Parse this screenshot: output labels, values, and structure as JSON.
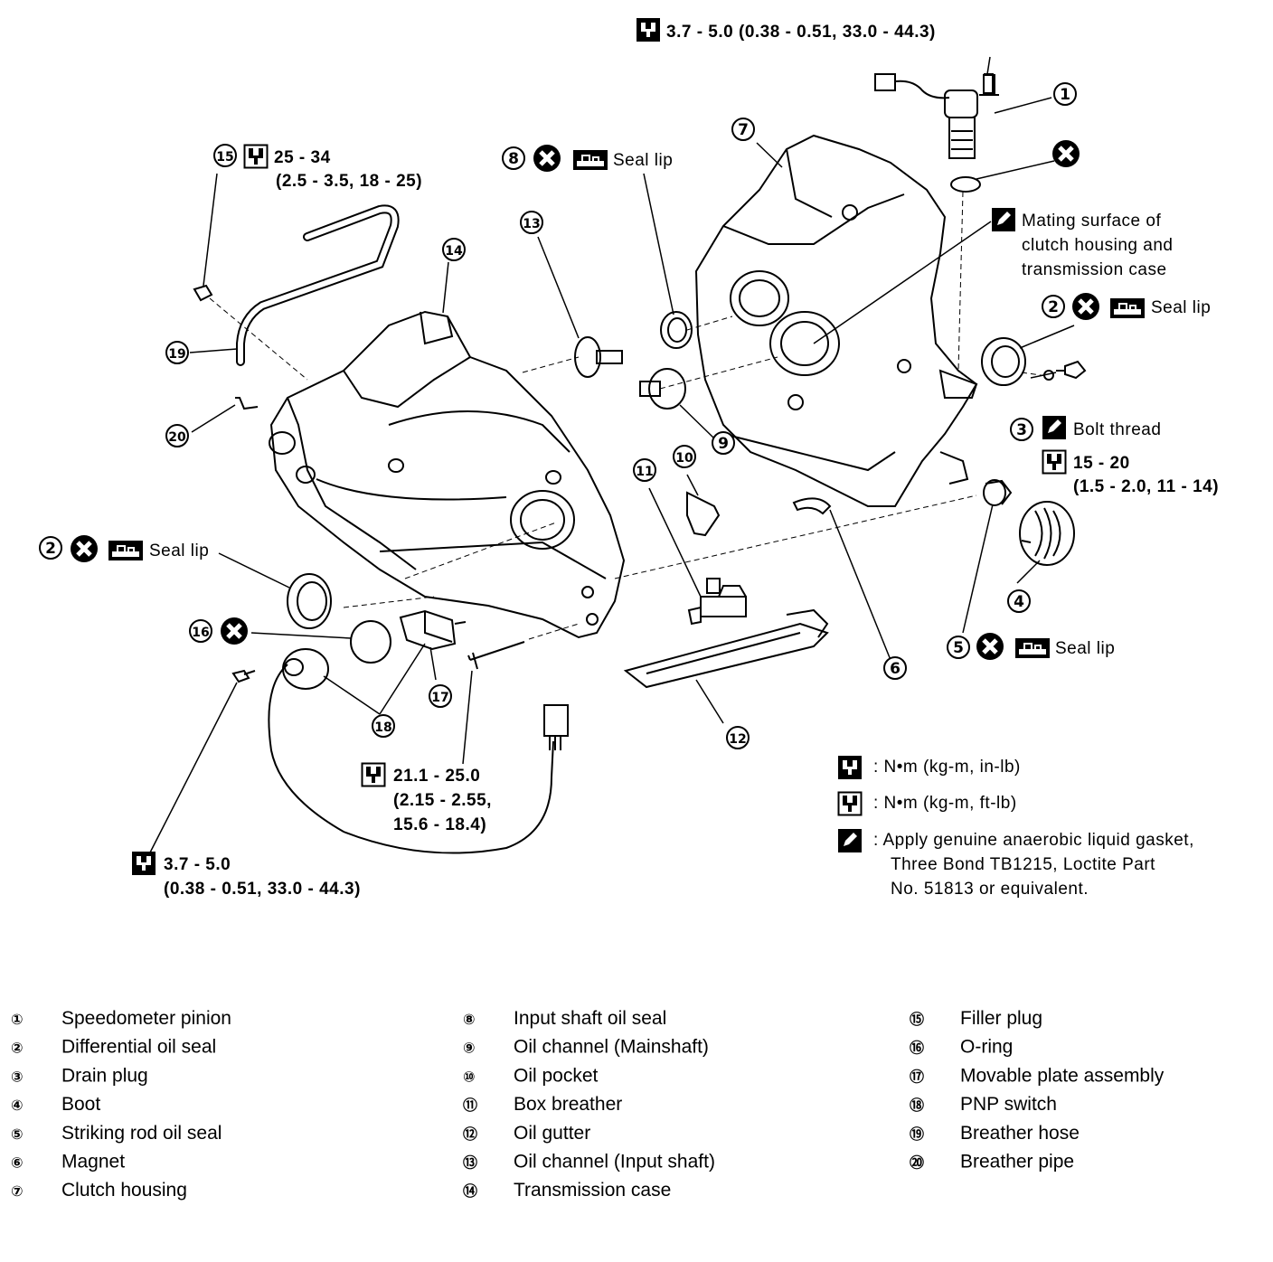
{
  "callouts": {
    "torque_top": "3.7 - 5.0 (0.38 - 0.51, 33.0 - 44.3)",
    "filler_plug_torque_1": "25 - 34",
    "filler_plug_torque_2": "(2.5 - 3.5, 18 - 25)",
    "seal_lip": "Seal lip",
    "mating_surface_1": "Mating surface of",
    "mating_surface_2": "clutch housing and",
    "mating_surface_3": "transmission case",
    "bolt_thread": "Bolt thread",
    "drain_torque_1": "15 - 20",
    "drain_torque_2": "(1.5 - 2.0, 11 - 14)",
    "pnp_torque_1": "21.1 - 25.0",
    "pnp_torque_2": "(2.15 - 2.55,",
    "pnp_torque_3": "15.6 - 18.4)",
    "bottom_torque_1": "3.7 - 5.0",
    "bottom_torque_2": "(0.38 - 0.51, 33.0 - 44.3)"
  },
  "symbol_legend": {
    "wrench_filled": ": N•m (kg-m, in-lb)",
    "wrench_open": ": N•m (kg-m, ft-lb)",
    "sealant_1": ": Apply genuine anaerobic liquid gasket,",
    "sealant_2": "Three Bond TB1215, Loctite Part",
    "sealant_3": "No. 51813 or equivalent."
  },
  "markers": {
    "n1": "1",
    "n2": "2",
    "n3": "3",
    "n4": "4",
    "n5": "5",
    "n6": "6",
    "n7": "7",
    "n8": "8",
    "n9": "9",
    "n10": "10",
    "n11": "11",
    "n12": "12",
    "n13": "13",
    "n14": "14",
    "n15": "15",
    "n16": "16",
    "n17": "17",
    "n18": "18",
    "n19": "19",
    "n20": "20"
  },
  "parts_legend": [
    {
      "num": "①",
      "name": "Speedometer pinion"
    },
    {
      "num": "②",
      "name": "Differential oil seal"
    },
    {
      "num": "③",
      "name": "Drain plug"
    },
    {
      "num": "④",
      "name": "Boot"
    },
    {
      "num": "⑤",
      "name": "Striking rod oil seal"
    },
    {
      "num": "⑥",
      "name": "Magnet"
    },
    {
      "num": "⑦",
      "name": "Clutch housing"
    },
    {
      "num": "⑧",
      "name": "Input shaft oil seal"
    },
    {
      "num": "⑨",
      "name": "Oil channel (Mainshaft)"
    },
    {
      "num": "⑩",
      "name": "Oil pocket"
    },
    {
      "num": "⑪",
      "name": "Box breather"
    },
    {
      "num": "⑫",
      "name": "Oil gutter"
    },
    {
      "num": "⑬",
      "name": "Oil channel (Input shaft)"
    },
    {
      "num": "⑭",
      "name": "Transmission case"
    },
    {
      "num": "⑮",
      "name": "Filler plug"
    },
    {
      "num": "⑯",
      "name": "O-ring"
    },
    {
      "num": "⑰",
      "name": "Movable plate assembly"
    },
    {
      "num": "⑱",
      "name": "PNP switch"
    },
    {
      "num": "⑲",
      "name": "Breather hose"
    },
    {
      "num": "⑳",
      "name": "Breather pipe"
    }
  ]
}
